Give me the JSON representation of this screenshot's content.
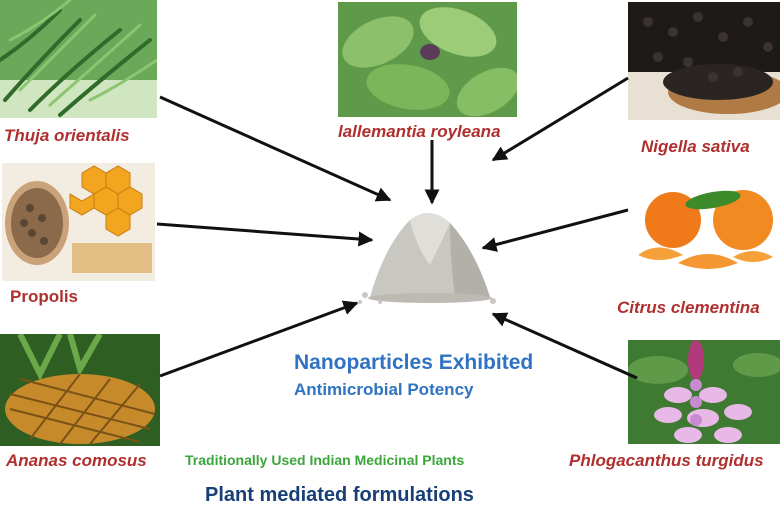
{
  "diagram": {
    "plants": [
      {
        "name": "Thuja orientalis",
        "icon": "conifer-foliage-photo"
      },
      {
        "name": "lallemantia royleana",
        "icon": "green-leaves-photo"
      },
      {
        "name": "Nigella sativa",
        "icon": "black-seeds-photo"
      },
      {
        "name": "Propolis",
        "icon": "propolis-honeycomb-photo"
      },
      {
        "name": "Citrus clementina",
        "icon": "clementine-photo"
      },
      {
        "name": "Ananas comosus",
        "icon": "pineapple-photo"
      },
      {
        "name": "Phlogacanthus turgidus",
        "icon": "purple-flower-photo"
      }
    ],
    "center_icon": "nanoparticle-powder-pile",
    "nanoparticles_title": "Nanoparticles Exhibited",
    "nanoparticles_subtitle": "Antimicrobial Potency",
    "traditional_label": "Traditionally Used Indian Medicinal Plants",
    "formulations_label": "Plant mediated formulations"
  },
  "colors": {
    "plant_label": "#b02f2f",
    "nanoparticle_text": "#2f73c2",
    "traditional_text": "#3aa63a",
    "formulation_text": "#183f78",
    "arrow": "#111111"
  }
}
